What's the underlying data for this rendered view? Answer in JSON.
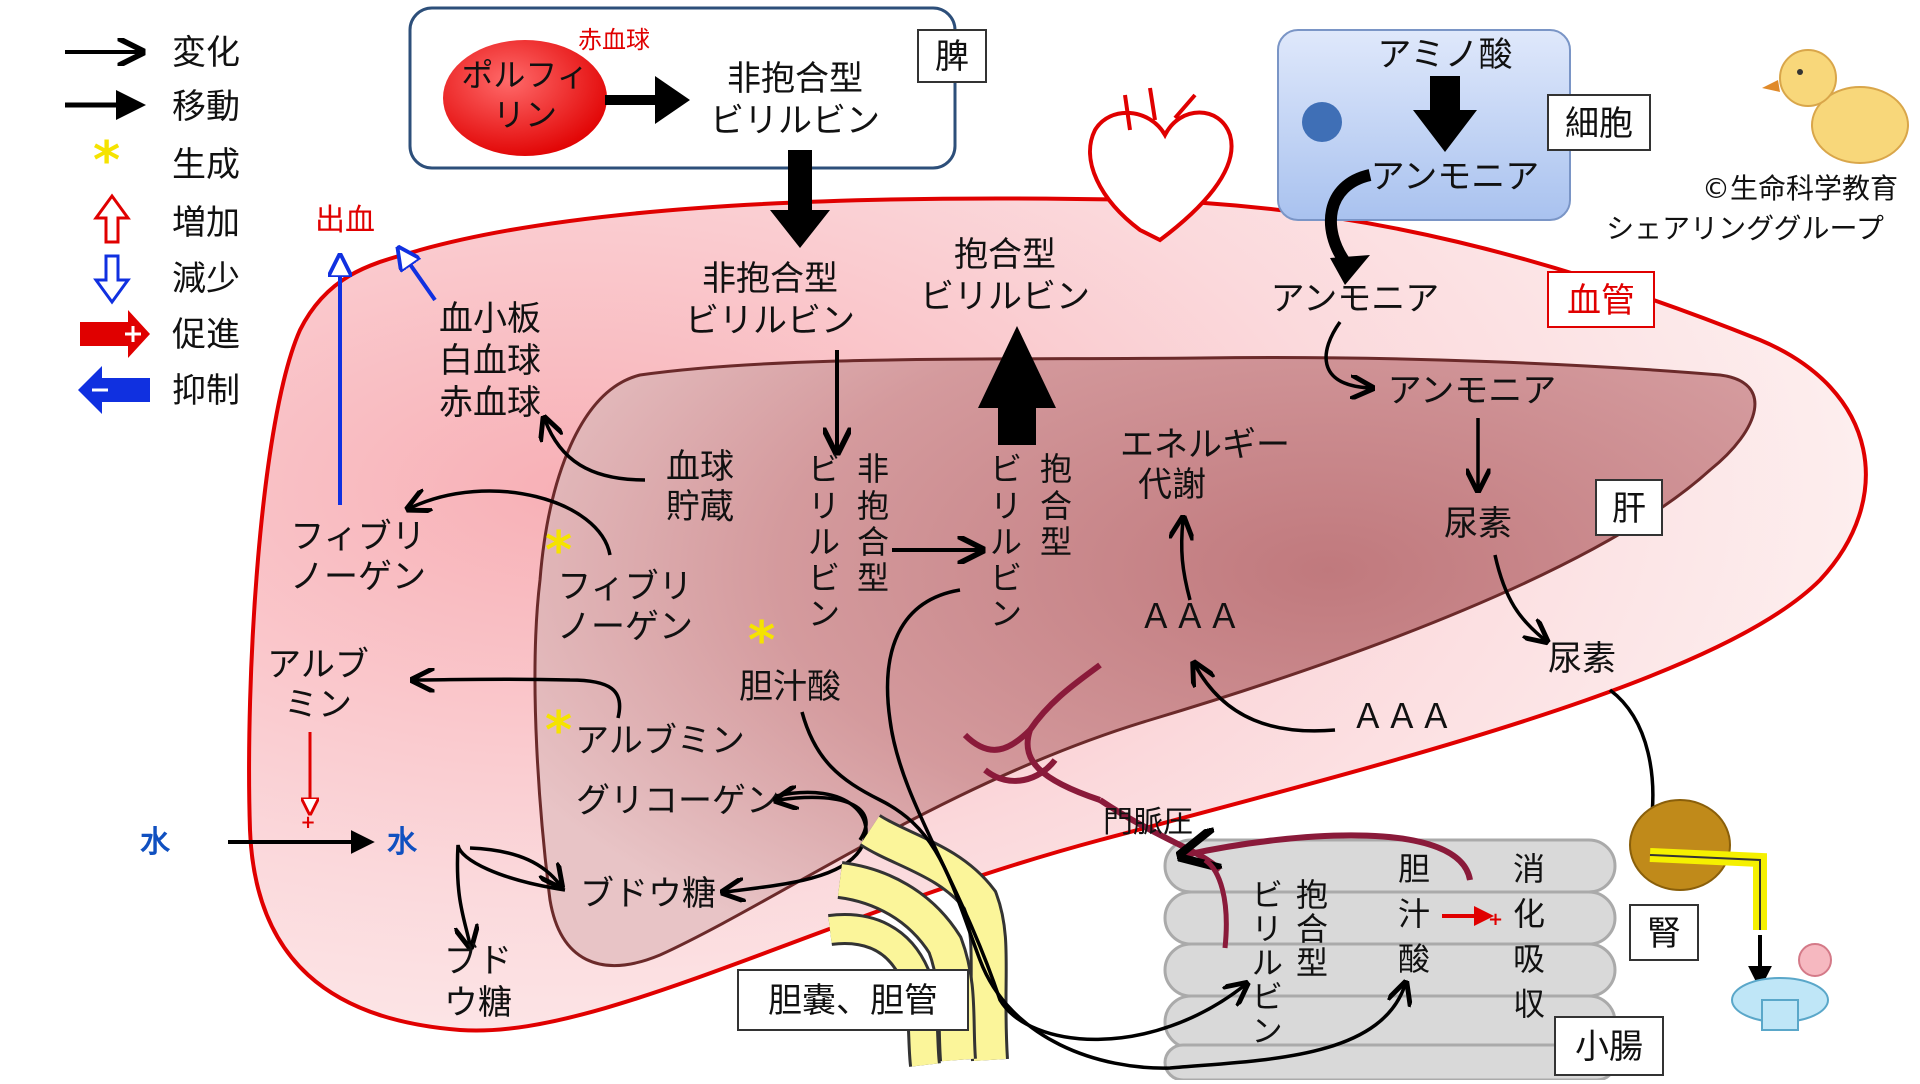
{
  "legend": {
    "change": "変化",
    "move": "移動",
    "generate": "生成",
    "increase": "増加",
    "decrease": "減少",
    "promote": "促進",
    "inhibit": "抑制"
  },
  "spleen": {
    "label": "脾",
    "rbc": "赤血球",
    "porphyrin": [
      "ポルフィ",
      "リン"
    ],
    "unconj": [
      "非抱合型",
      "ビリルビン"
    ]
  },
  "cell": {
    "label": "細胞",
    "amino": "アミノ酸",
    "ammonia": "アンモニア"
  },
  "copyright": [
    "©生命科学教育",
    "シェアリンググループ"
  ],
  "vessel": {
    "label": "血管",
    "unconj": [
      "非抱合型",
      "ビリルビン"
    ],
    "conj": [
      "抱合型",
      "ビリルビン"
    ],
    "ammonia": "アンモニア",
    "bleeding": "出血",
    "cells": [
      "血小板",
      "白血球",
      "赤血球"
    ],
    "fibrinogen": [
      "フィブリ",
      "ノーゲン"
    ],
    "albumin": [
      "アルブ",
      "ミン"
    ],
    "water": "水",
    "glucose": [
      "ブド",
      "ウ糖"
    ]
  },
  "liver": {
    "label": "肝",
    "ammonia": "アンモニア",
    "urea": "尿素",
    "energy": [
      "エネルギー",
      "代謝"
    ],
    "aaa": "ＡＡＡ",
    "storage": [
      "血球",
      "貯蔵"
    ],
    "fibrinogen": [
      "フィブリ",
      "ノーゲン"
    ],
    "albumin": "アルブミン",
    "glycogen": "グリコーゲン",
    "glucose": "ブドウ糖",
    "bile_acid": "胆汁酸",
    "unconj_v": [
      "非",
      "抱",
      "合",
      "型",
      "ビ",
      "リ",
      "ル",
      "ビ",
      "ン"
    ],
    "conj_v": [
      "抱",
      "合",
      "型",
      "ビ",
      "リ",
      "ル",
      "ビ",
      "ン"
    ],
    "portal": "門脈圧"
  },
  "outside": {
    "urea": "尿素",
    "aaa": "ＡＡＡ",
    "kidney": "腎",
    "gallbladder": "胆嚢、胆管",
    "intestine": "小腸",
    "int_conj": [
      "抱合型",
      "ビリルビン"
    ],
    "int_bile": [
      "胆",
      "汁",
      "酸"
    ],
    "int_digest": [
      "消",
      "化",
      "吸",
      "収"
    ]
  }
}
